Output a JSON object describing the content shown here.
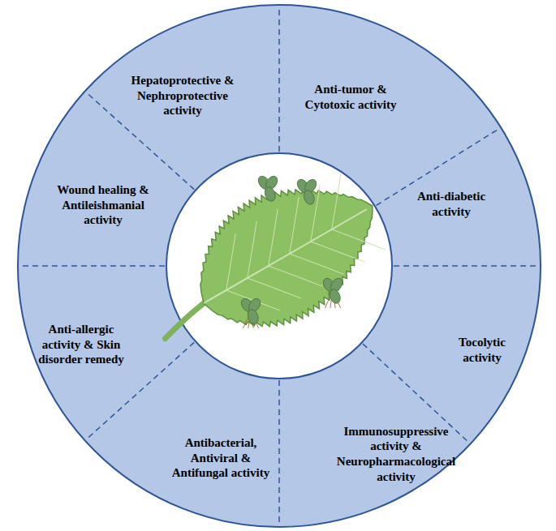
{
  "diagram": {
    "nodes": [
      {
        "text": [
          "Hepatoprotective & Nephroprotective activity"
        ]
      },
      {
        "text": [
          "Anti-tumor & Cytotoxic activity"
        ]
      },
      {
        "text": [
          "Anti-diabetic activity"
        ]
      },
      {
        "text": [
          "Tocolytic activity"
        ]
      },
      {
        "text": [
          "Immunosuppressive activity & Neuropharmacological activity"
        ]
      },
      {
        "text": [
          "Antibacterial, Antiviral & Antifungal activity"
        ]
      },
      {
        "text": [
          "Anti-allergic activity & Skin disorder remedy"
        ]
      },
      {
        "text": [
          "Wound healing & Antileishmanial activity"
        ]
      }
    ]
  }
}
